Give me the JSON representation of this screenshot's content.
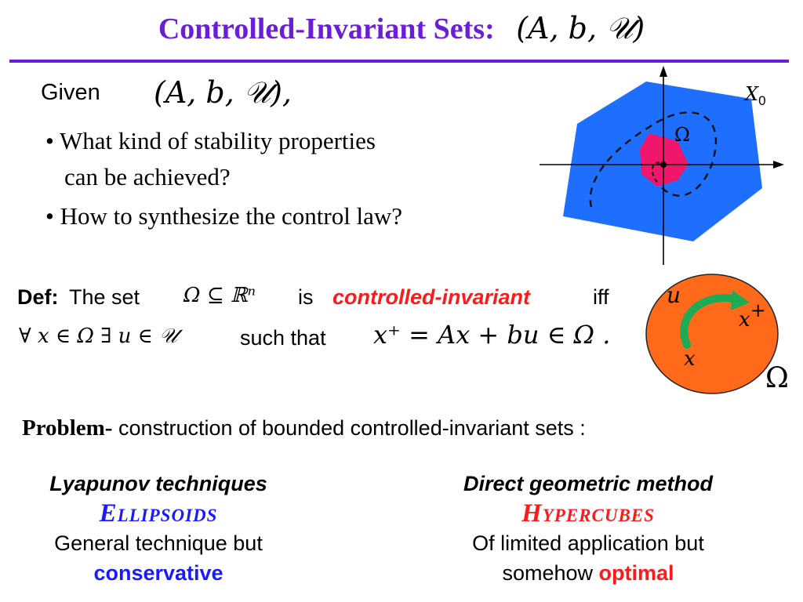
{
  "title": {
    "text": "Controlled-Invariant Sets:",
    "math": "(A, b, 𝒰)"
  },
  "given": {
    "label": "Given",
    "math": "(A, b, 𝒰),"
  },
  "bullets": {
    "b1_line1": "• What kind of stability properties",
    "b1_line2": "can be achieved?",
    "b2": "• How to synthesize the control law?"
  },
  "diagram_top": {
    "x0_label": "X",
    "x0_sub": "0",
    "omega_label": "Ω",
    "colors": {
      "outer": "#1f6fff",
      "inner": "#f0166c",
      "axes": "#000000"
    }
  },
  "definition": {
    "label": "Def:",
    "set_text": "The set",
    "set_math": "Ω ⊆ ℝⁿ",
    "is_text": "is",
    "keyword": "controlled-invariant",
    "iff_text": "iff",
    "quantifier": "∀ x ∈ Ω  ∃ u ∈ 𝒰",
    "such_that": "such that",
    "equation": "x⁺ = Ax + bu ∈ Ω ."
  },
  "diagram_def": {
    "u_label": "u",
    "xplus_label": "x",
    "xplus_sup": "+",
    "x_label": "x",
    "omega_label": "Ω",
    "colors": {
      "disc": "#ff6a1a",
      "arrow": "#1faa55"
    }
  },
  "problem": {
    "label": "Problem-",
    "text": " construction of bounded controlled-invariant sets :"
  },
  "columns": {
    "left": {
      "heading": "Lyapunov techniques",
      "method": "Ellipsoids",
      "line1": "General technique but",
      "highlight": "conservative"
    },
    "right": {
      "heading": "Direct geometric method",
      "method": "Hypercubes",
      "line1": "Of limited application but",
      "prefix": "somehow ",
      "highlight": "optimal"
    }
  }
}
